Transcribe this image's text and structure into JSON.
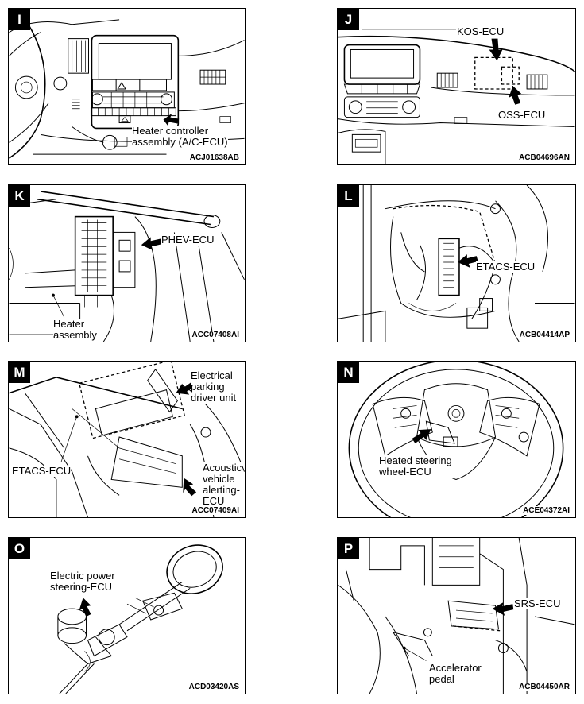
{
  "panels": {
    "I": {
      "letter": "I",
      "code": "ACJ01638AB",
      "callouts": [
        "Heater controller\nassembly (A/C-ECU)"
      ]
    },
    "J": {
      "letter": "J",
      "code": "ACB04696AN",
      "callouts": [
        "KOS-ECU",
        "OSS-ECU"
      ]
    },
    "K": {
      "letter": "K",
      "code": "ACC07408AI",
      "callouts": [
        "PHEV-ECU",
        "Heater\nassembly"
      ]
    },
    "L": {
      "letter": "L",
      "code": "ACB04414AP",
      "callouts": [
        "ETACS-ECU"
      ]
    },
    "M": {
      "letter": "M",
      "code": "ACC07409AI",
      "callouts": [
        "Electrical\nparking\ndriver unit",
        "ETACS-ECU",
        "Acoustic\nvehicle\nalerting-\nECU"
      ]
    },
    "N": {
      "letter": "N",
      "code": "ACE04372AI",
      "callouts": [
        "Heated steering\nwheel-ECU"
      ]
    },
    "O": {
      "letter": "O",
      "code": "ACD03420AS",
      "callouts": [
        "Electric power\nsteering-ECU"
      ]
    },
    "P": {
      "letter": "P",
      "code": "ACB04450AR",
      "callouts": [
        "SRS-ECU",
        "Accelerator\npedal"
      ]
    }
  }
}
